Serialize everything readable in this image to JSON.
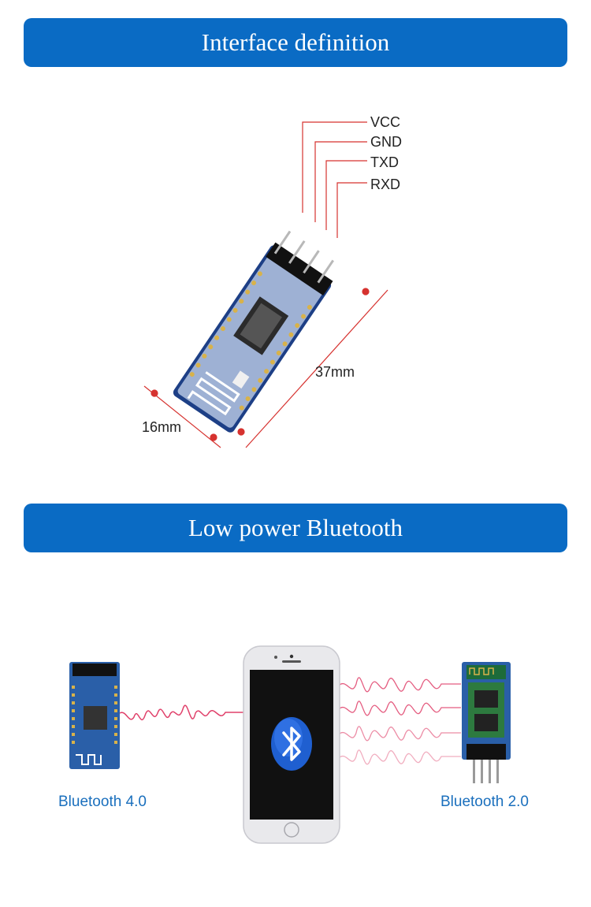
{
  "sections": [
    {
      "title": "Interface definition"
    },
    {
      "title": "Low power Bluetooth"
    }
  ],
  "interface": {
    "pins": [
      "VCC",
      "GND",
      "TXD",
      "RXD"
    ],
    "length_label": "37mm",
    "width_label": "16mm"
  },
  "comparison": {
    "left_label": "Bluetooth 4.0",
    "right_label": "Bluetooth 2.0"
  },
  "colors": {
    "banner": "#0a6bc4",
    "leader_line": "#d6322f",
    "wave": "#e0406a",
    "board_blue": "#2a5fa8",
    "label_blue": "#1a6fbd"
  },
  "icons": [
    "bluetooth-icon",
    "smartphone-icon"
  ]
}
